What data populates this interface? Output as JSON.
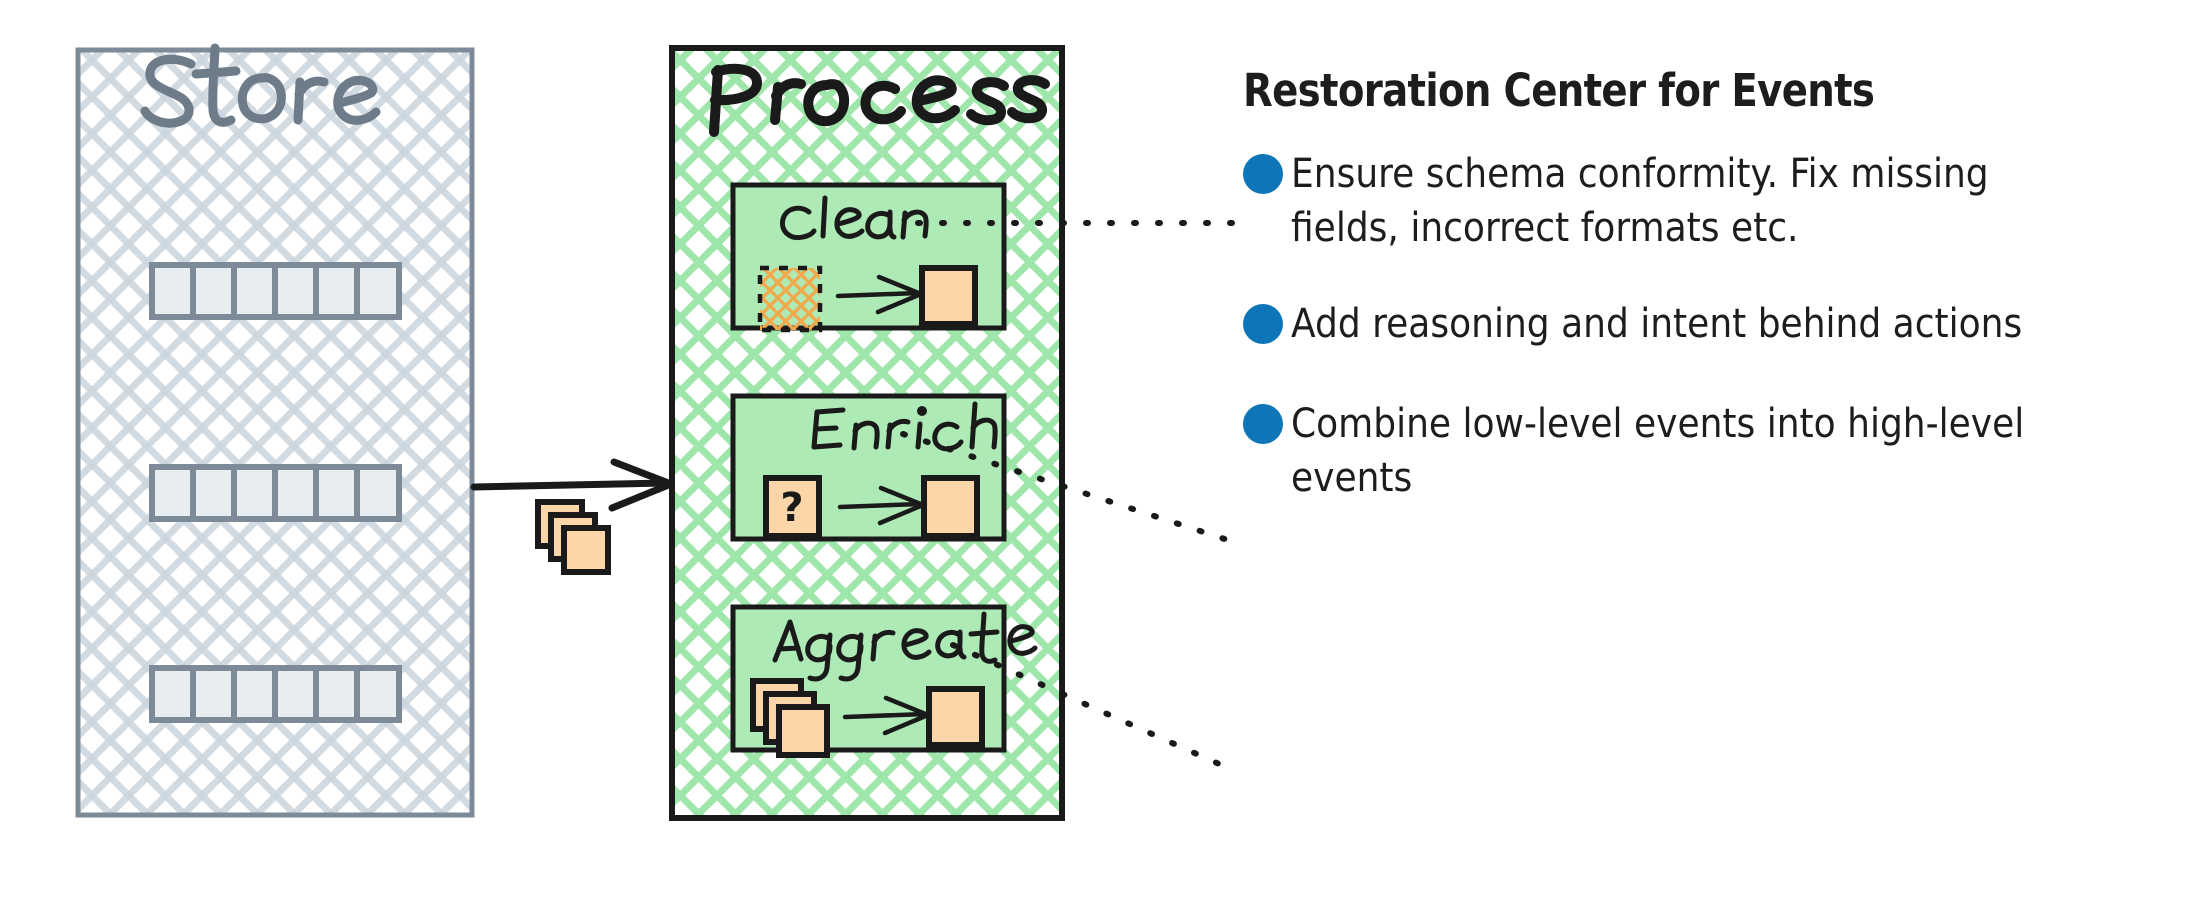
{
  "diagram": {
    "panels": [
      {
        "id": "store",
        "title": "Store",
        "hatch_color": "#ccd5dd",
        "border_color": "#7d8b99",
        "rows": [
          {
            "cells": 6
          },
          {
            "cells": 6
          },
          {
            "cells": 6
          }
        ]
      },
      {
        "id": "process",
        "title": "Process",
        "hatch_color": "#9fe6ab",
        "border_color": "#1a1a1a",
        "steps": [
          {
            "label": "Clean",
            "input_icon": "hatched-square-icon",
            "arrow_icon": "arrow-right-icon",
            "output_icon": "square-icon"
          },
          {
            "label": "Enrich",
            "input_icon": "question-square-icon",
            "input_glyph": "?",
            "arrow_icon": "arrow-right-icon",
            "output_icon": "square-icon"
          },
          {
            "label": "Aggregate",
            "input_icon": "stacked-squares-icon",
            "arrow_icon": "arrow-right-icon",
            "output_icon": "square-icon"
          }
        ]
      }
    ],
    "flow_arrow": {
      "icon": "arrow-right-icon",
      "payload_icon": "stacked-events-icon"
    }
  },
  "notes": {
    "title": "Restoration Center for Events",
    "bullet_color": "#0d75b8",
    "bullets": [
      {
        "text": "Ensure schema conformity. Fix missing fields, incorrect formats etc."
      },
      {
        "text": "Add reasoning and intent behind actions"
      },
      {
        "text": "Combine low-level events into high-level events"
      }
    ]
  },
  "colors": {
    "event_fill": "#fcd5a8",
    "event_stroke": "#1a1a1a",
    "process_fill": "#aeeab6",
    "store_cell_fill": "#e8edf0",
    "store_cell_stroke": "#7d8b99",
    "accent_blue": "#0d75b8",
    "hatch_green": "#9fe6ab",
    "hatch_gray": "#ccd5dd"
  }
}
